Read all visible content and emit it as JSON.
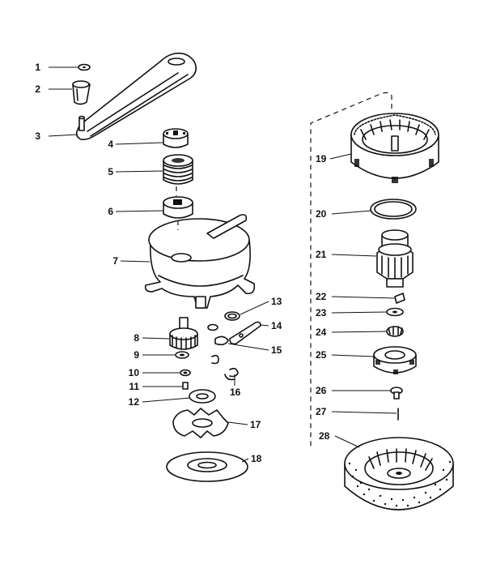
{
  "callouts": [
    "1",
    "2",
    "3",
    "4",
    "5",
    "6",
    "7",
    "8",
    "9",
    "10",
    "11",
    "12",
    "13",
    "14",
    "15",
    "16",
    "17",
    "18",
    "19",
    "20",
    "21",
    "22",
    "23",
    "24",
    "25",
    "26",
    "27",
    "28"
  ],
  "colors": {
    "ink": "#111111",
    "paper": "#ffffff"
  }
}
